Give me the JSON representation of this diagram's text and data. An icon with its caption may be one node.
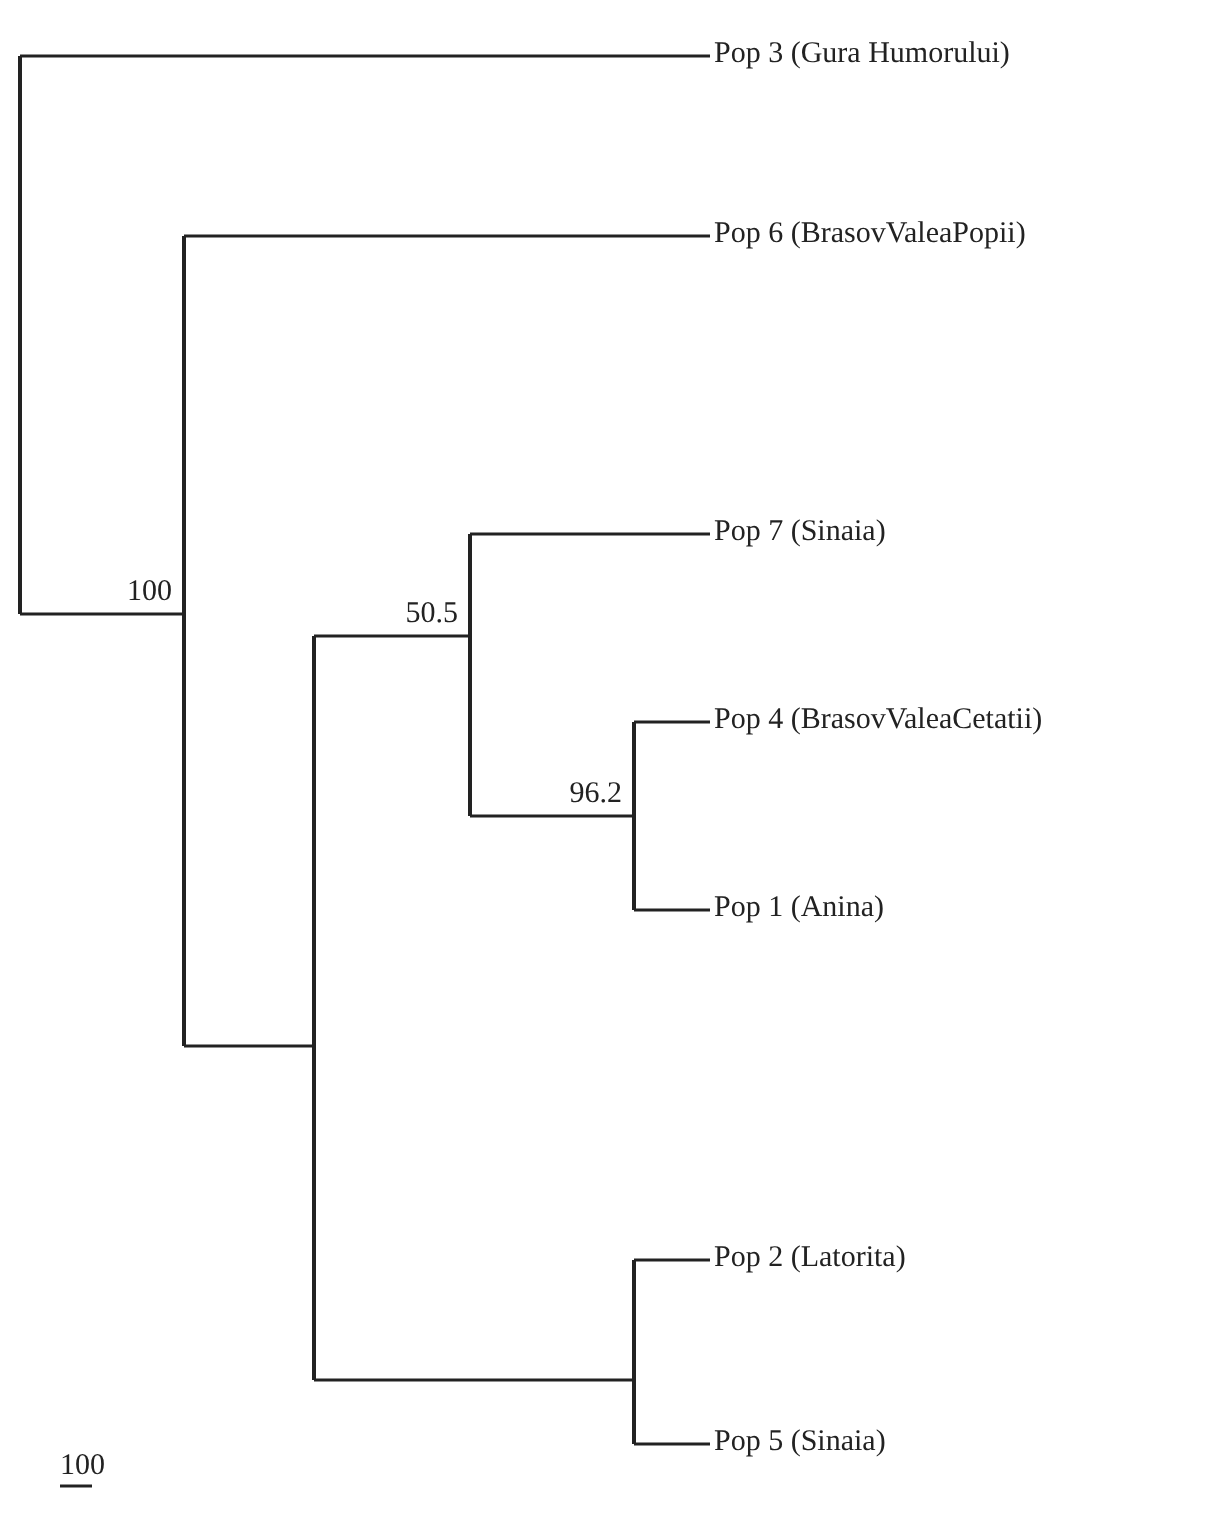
{
  "diagram": {
    "nodes": [
      {
        "text": [],
        "shape": "bar"
      },
      {
        "text": [
          "Pop 3 (Gura Humorului)"
        ]
      },
      {
        "text": [],
        "shape": "bar",
        "beside": [
          "100"
        ]
      },
      {
        "text": [
          "Pop 6 (BrasovValeaPopii)"
        ]
      },
      {
        "text": [],
        "shape": "bar"
      },
      {
        "text": [],
        "shape": "bar",
        "beside": [
          "50.5"
        ]
      },
      {
        "text": [
          "Pop 7 (Sinaia)"
        ]
      },
      {
        "text": [],
        "shape": "bar",
        "beside": [
          "96.2"
        ]
      },
      {
        "text": [
          "Pop 4 (BrasovValeaCetatii)"
        ]
      },
      {
        "text": [
          "Pop 1 (Anina)"
        ]
      },
      {
        "text": [],
        "shape": "bar"
      },
      {
        "text": [
          "Pop 2 (Latorita)"
        ]
      },
      {
        "text": [
          "Pop 5 (Sinaia)"
        ]
      }
    ],
    "edges": [
      {
        "from": 0,
        "to": 1,
        "arrow": "none"
      },
      {
        "from": 0,
        "to": 2,
        "arrow": "none"
      },
      {
        "from": 2,
        "to": 3,
        "arrow": "none"
      },
      {
        "from": 2,
        "to": 4,
        "arrow": "none"
      },
      {
        "from": 4,
        "to": 5,
        "arrow": "none"
      },
      {
        "from": 4,
        "to": 10,
        "arrow": "none"
      },
      {
        "from": 5,
        "to": 6,
        "arrow": "none"
      },
      {
        "from": 5,
        "to": 7,
        "arrow": "none"
      },
      {
        "from": 7,
        "to": 8,
        "arrow": "none"
      },
      {
        "from": 7,
        "to": 9,
        "arrow": "none"
      },
      {
        "from": 10,
        "to": 11,
        "arrow": "none"
      },
      {
        "from": 10,
        "to": 12,
        "arrow": "none"
      }
    ],
    "labels": [
      "100"
    ]
  }
}
